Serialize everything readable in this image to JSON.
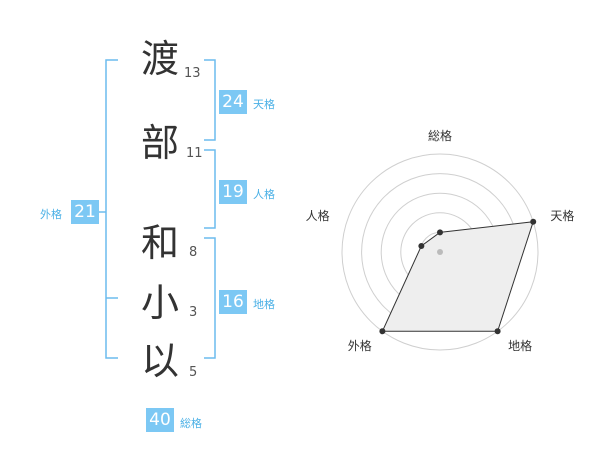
{
  "name_chars": [
    {
      "char": "渡",
      "strokes": "13"
    },
    {
      "char": "部",
      "strokes": "11"
    },
    {
      "char": "和",
      "strokes": "8"
    },
    {
      "char": "小",
      "strokes": "3"
    },
    {
      "char": "以",
      "strokes": "5"
    }
  ],
  "fortune": {
    "tenkaku": {
      "label": "天格",
      "value": "24"
    },
    "jinkaku": {
      "label": "人格",
      "value": "19"
    },
    "chikaku": {
      "label": "地格",
      "value": "16"
    },
    "gaikaku": {
      "label": "外格",
      "value": "21"
    },
    "soukaku": {
      "label": "総格",
      "value": "40"
    }
  },
  "colors": {
    "accent": "#7cc8f4",
    "accent_text": "#4ab0e6",
    "bracket": "#6cbcee"
  },
  "chart_data": {
    "type": "radar",
    "axes": [
      "総格",
      "天格",
      "地格",
      "外格",
      "人格"
    ],
    "max": 5,
    "values": [
      1,
      5,
      5,
      5,
      1
    ],
    "rings": 5,
    "fill": "#eeeeee"
  }
}
